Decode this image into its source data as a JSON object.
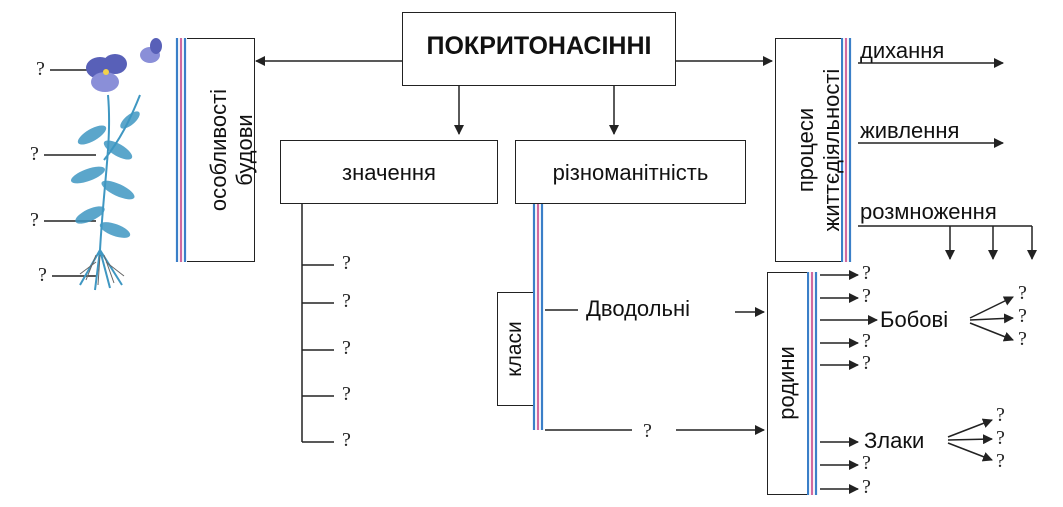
{
  "title": "ПОКРИТОНАСІННІ",
  "features": [
    "особливості",
    "будови"
  ],
  "meaning": "значення",
  "diversity": "різноманітність",
  "processes": [
    "процеси",
    "життєдіяльності"
  ],
  "process_items": [
    "дихання",
    "живлення",
    "розмноження"
  ],
  "classes": "класи",
  "dicots": "Дводольні",
  "families": "родини",
  "legumes": "Бобові",
  "grasses": "Злаки",
  "unknown": "?",
  "colors": {
    "stripe_blue": "#3a7fc8",
    "stripe_pink": "#d06aa0",
    "flower": "#4a4fa8",
    "stem": "#3f97c2"
  }
}
